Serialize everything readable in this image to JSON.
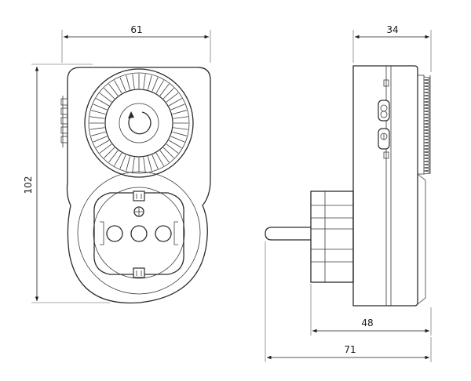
{
  "dimensions": {
    "front_width": "61",
    "front_height": "102",
    "side_depth": "34",
    "side_body_depth": "48",
    "overall_depth": "71"
  }
}
